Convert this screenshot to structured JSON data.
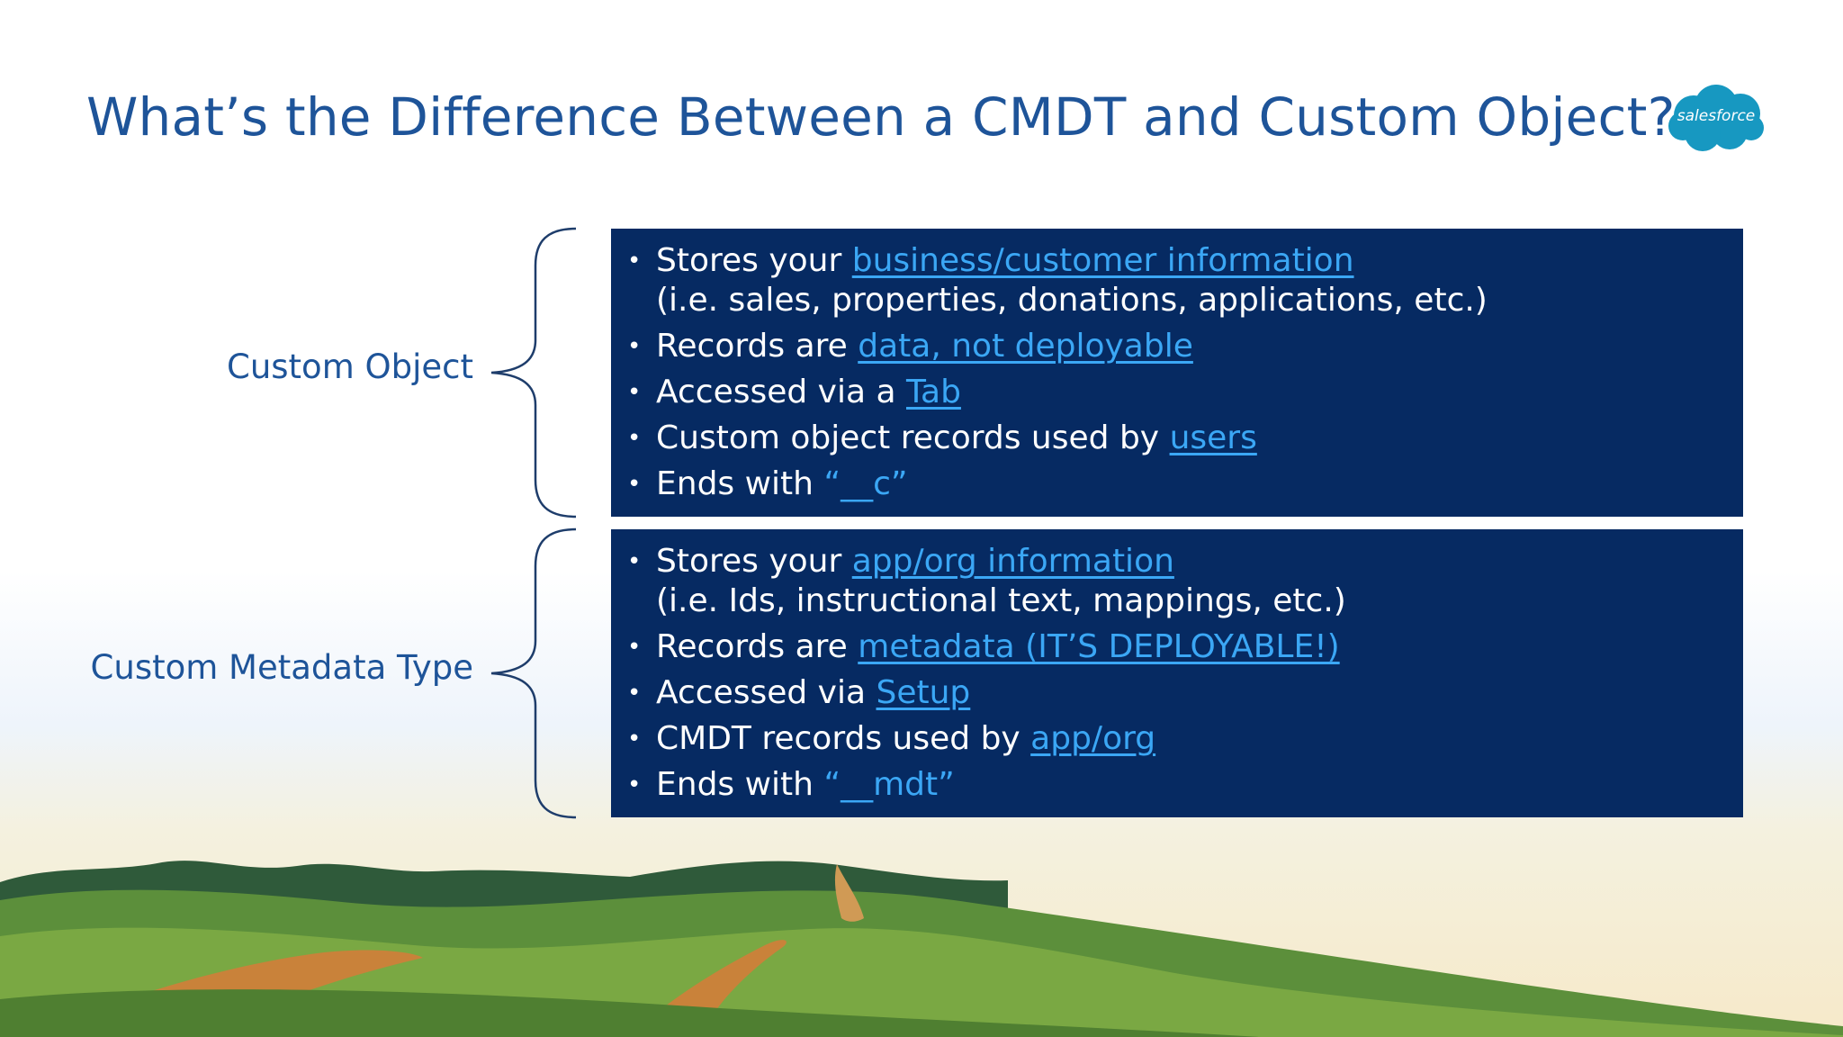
{
  "slide": {
    "title": "What’s the Difference Between a CMDT and Custom Object?",
    "logo_text": "salesforce",
    "brand_color": "#1e5499",
    "panel_color": "#062a62",
    "highlight_color": "#3ba7f5"
  },
  "custom_object": {
    "label": "Custom Object",
    "bullets": [
      {
        "pre": "Stores your ",
        "hl": "business/customer information",
        "sub": "(i.e. sales, properties, donations, applications, etc.)"
      },
      {
        "pre": "Records are ",
        "hl": "data, not deployable"
      },
      {
        "pre": "Accessed via a ",
        "hl": "Tab"
      },
      {
        "pre": "Custom object records used by ",
        "hl": "users"
      },
      {
        "pre": "Ends with ",
        "quote": "“__c”"
      }
    ]
  },
  "custom_metadata_type": {
    "label": "Custom Metadata Type",
    "bullets": [
      {
        "pre": "Stores your ",
        "hl": "app/org information",
        "sub": "(i.e. Ids, instructional text, mappings, etc.)"
      },
      {
        "pre": "Records are ",
        "hl": "metadata (IT’S DEPLOYABLE!)"
      },
      {
        "pre": "Accessed via ",
        "hl": "Setup"
      },
      {
        "pre": "CMDT records used by ",
        "hl": "app/org"
      },
      {
        "pre": "Ends with ",
        "quote": "“__mdt”"
      }
    ]
  }
}
